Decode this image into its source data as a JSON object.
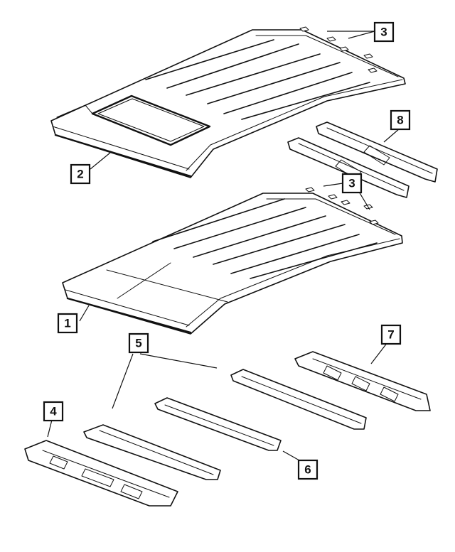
{
  "diagram": {
    "callouts": [
      {
        "id": "c1",
        "label": "1"
      },
      {
        "id": "c2",
        "label": "2"
      },
      {
        "id": "c3a",
        "label": "3"
      },
      {
        "id": "c3b",
        "label": "3"
      },
      {
        "id": "c4",
        "label": "4"
      },
      {
        "id": "c5",
        "label": "5"
      },
      {
        "id": "c6",
        "label": "6"
      },
      {
        "id": "c7",
        "label": "7"
      },
      {
        "id": "c8",
        "label": "8"
      }
    ]
  }
}
